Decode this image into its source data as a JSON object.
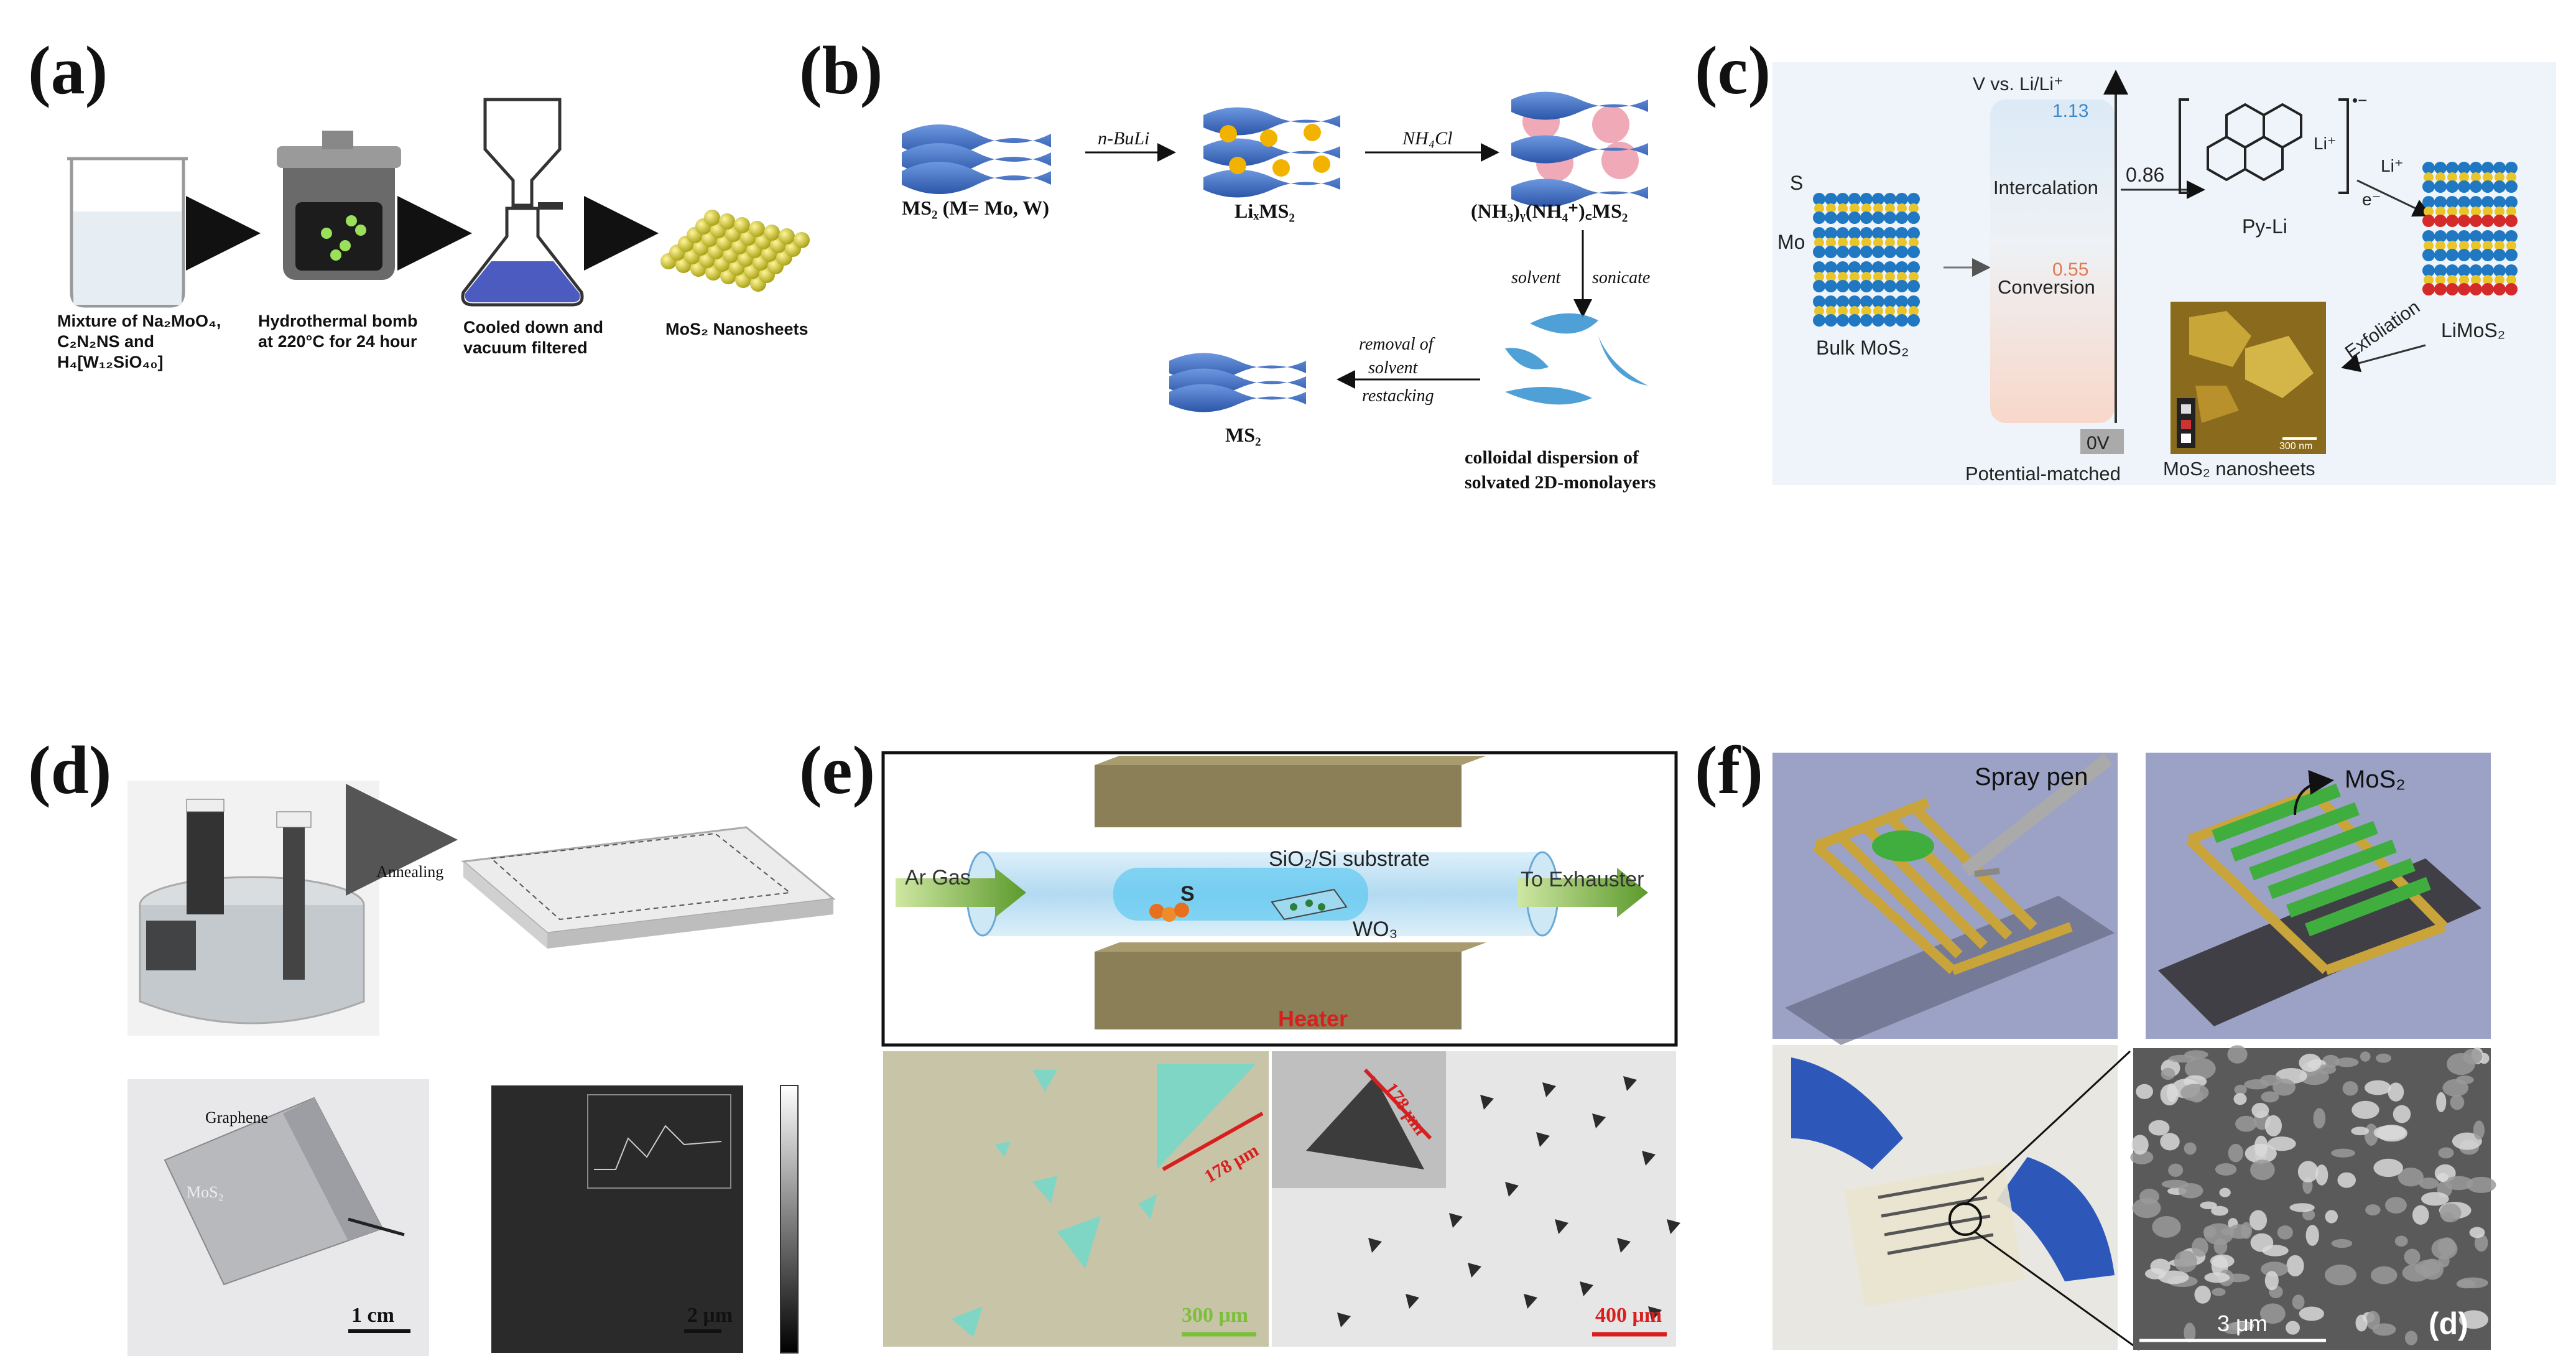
{
  "panels": {
    "a": {
      "label": "(a)",
      "step1": [
        "Mixture of Na₂MoO₄,",
        "C₂N₂NS and",
        "H₄[W₁₂SiO₄₀]"
      ],
      "step2": [
        "Hydrothermal bomb",
        "at 220°C for 24 hour"
      ],
      "step3": [
        "Cooled down and",
        "vacuum filtered"
      ],
      "step4": "MoS₂ Nanosheets"
    },
    "b": {
      "label": "(b)",
      "start": "MS₂ (M= Mo, W)",
      "arrow1": "n-BuLi",
      "mid": "LiₓMS₂",
      "arrow2": "NH₄Cl",
      "after": "(NH₃)ᵧ(NH₄⁺)꜀MS₂",
      "vert_left": "solvent",
      "vert_right": "sonicate",
      "dispersion": [
        "colloidal dispersion of",
        "solvated 2D-monolayers"
      ],
      "back_arrow": [
        "removal of",
        "solvent",
        "restacking"
      ],
      "end": "MS₂"
    },
    "c": {
      "label": "(c)",
      "axis_title": "V vs. Li/Li⁺",
      "v_high": "1.13",
      "v_mid": "0.55",
      "intercalation": "Intercalation",
      "conversion": "Conversion",
      "zero": "0V",
      "potential_matched": "Potential-matched",
      "s_label": "S",
      "mo_label": "Mo",
      "bulk": "Bulk MoS₂",
      "v086": "0.86",
      "py_li": "Py-Li",
      "li_plus": "Li⁺",
      "radical": "•−",
      "electron": "e⁻",
      "exfoliation": "Exfoliation",
      "limos2": "LiMoS₂",
      "nanosheets": "MoS₂ nanosheets",
      "afm_scale": "300 nm"
    },
    "d": {
      "label": "(d)",
      "annealing": "Annealing",
      "graphene": "Graphene",
      "mos2": "MoS₂",
      "scale1": "1 cm",
      "scale2": "2 μm"
    },
    "e": {
      "label": "(e)",
      "ar_gas": "Ar Gas",
      "exhauster": "To Exhauster",
      "substrate": "SiO₂/Si substrate",
      "s": "S",
      "wo3": "WO₃",
      "heater": "Heater",
      "size178a": "178 μm",
      "size178b": "178 μm",
      "scale300": "300 μm",
      "scale400": "400 μm"
    },
    "f": {
      "label": "(f)",
      "spray_pen": "Spray pen",
      "mos2": "MoS₂",
      "scale3": "3 μm",
      "sub_d": "(d)"
    }
  },
  "colors": {
    "blue_layer": "#3f6fc4",
    "yellow_atom": "#e9c52a",
    "pink_ion": "#f0a9b6",
    "triangle_teal": "#7fd6c4",
    "gold_electrode": "#c9a43a",
    "green_mos2": "#3fae3f",
    "scale_red": "#d81f1f",
    "scale_green": "#7bbf3a"
  }
}
